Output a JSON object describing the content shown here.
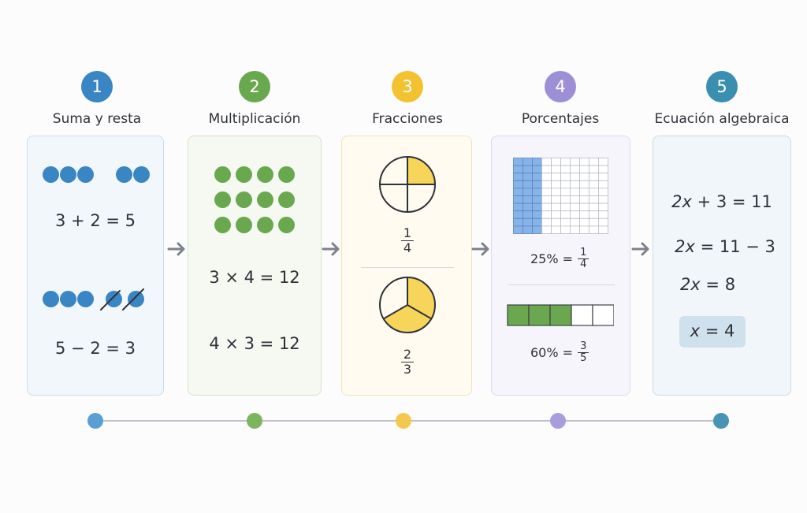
{
  "colors": {
    "step1": "#3a86c4",
    "step2": "#6aa84f",
    "step3": "#f2c231",
    "step4": "#9c8fd6",
    "step5": "#3a8fb0",
    "arrow": "#7d838b",
    "timeline": "#bcc2ca"
  },
  "steps": [
    {
      "number": "1",
      "title": "Suma y resta",
      "eq_add": "3 + 2 = 5",
      "eq_sub": "5 − 2 = 3"
    },
    {
      "number": "2",
      "title": "Multiplicación",
      "eq_a": "3 × 4 = 12",
      "eq_b": "4 × 3 = 12"
    },
    {
      "number": "3",
      "title": "Fracciones",
      "frac_a": {
        "num": "1",
        "den": "4",
        "shaded": 0.25
      },
      "frac_b": {
        "num": "2",
        "den": "3",
        "shaded": 0.6667
      }
    },
    {
      "number": "4",
      "title": "Porcentajes",
      "pct_a": {
        "label": "25% =",
        "num": "1",
        "den": "4",
        "shaded": 0.25
      },
      "pct_b": {
        "label": "60% =",
        "num": "3",
        "den": "5",
        "shaded": 0.6
      }
    },
    {
      "number": "5",
      "title": "Ecuación algebraica",
      "line1": {
        "var": "2x",
        "rest": " + 3 = 11"
      },
      "line2": {
        "var": "2x",
        "rest": " = 11 − 3"
      },
      "line3": {
        "var": "2x",
        "rest": " = 8"
      },
      "answer": {
        "var": "x",
        "rest": " = 4"
      }
    }
  ]
}
